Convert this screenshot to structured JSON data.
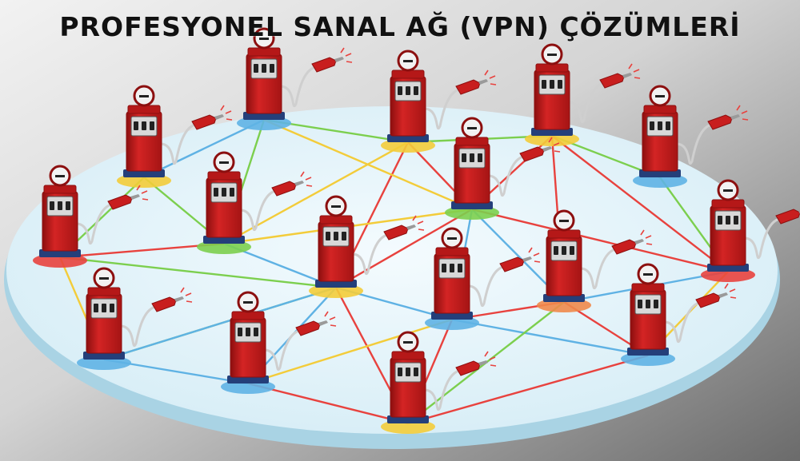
{
  "title": "PROFESYONEL SANAL AĞ (VPN) ÇÖZÜMLERİ",
  "colors": {
    "background_light": "#eeeeee",
    "background_dark": "#6e6e6e",
    "disc_fill": "#e4f4fa",
    "disc_edge": "#b8dcea",
    "pump_body": "#c81e1e",
    "pump_dark": "#8c0f0f",
    "pump_window": "#d8d8d8",
    "pump_base": "#243f7a",
    "link_red": "#e8423e",
    "link_green": "#7ccf4e",
    "link_blue": "#5fb2e4",
    "link_yellow": "#f3cc3a"
  },
  "node_icon": "fuel-pump-icon",
  "link_colors": [
    "red",
    "green",
    "blue",
    "yellow"
  ]
}
